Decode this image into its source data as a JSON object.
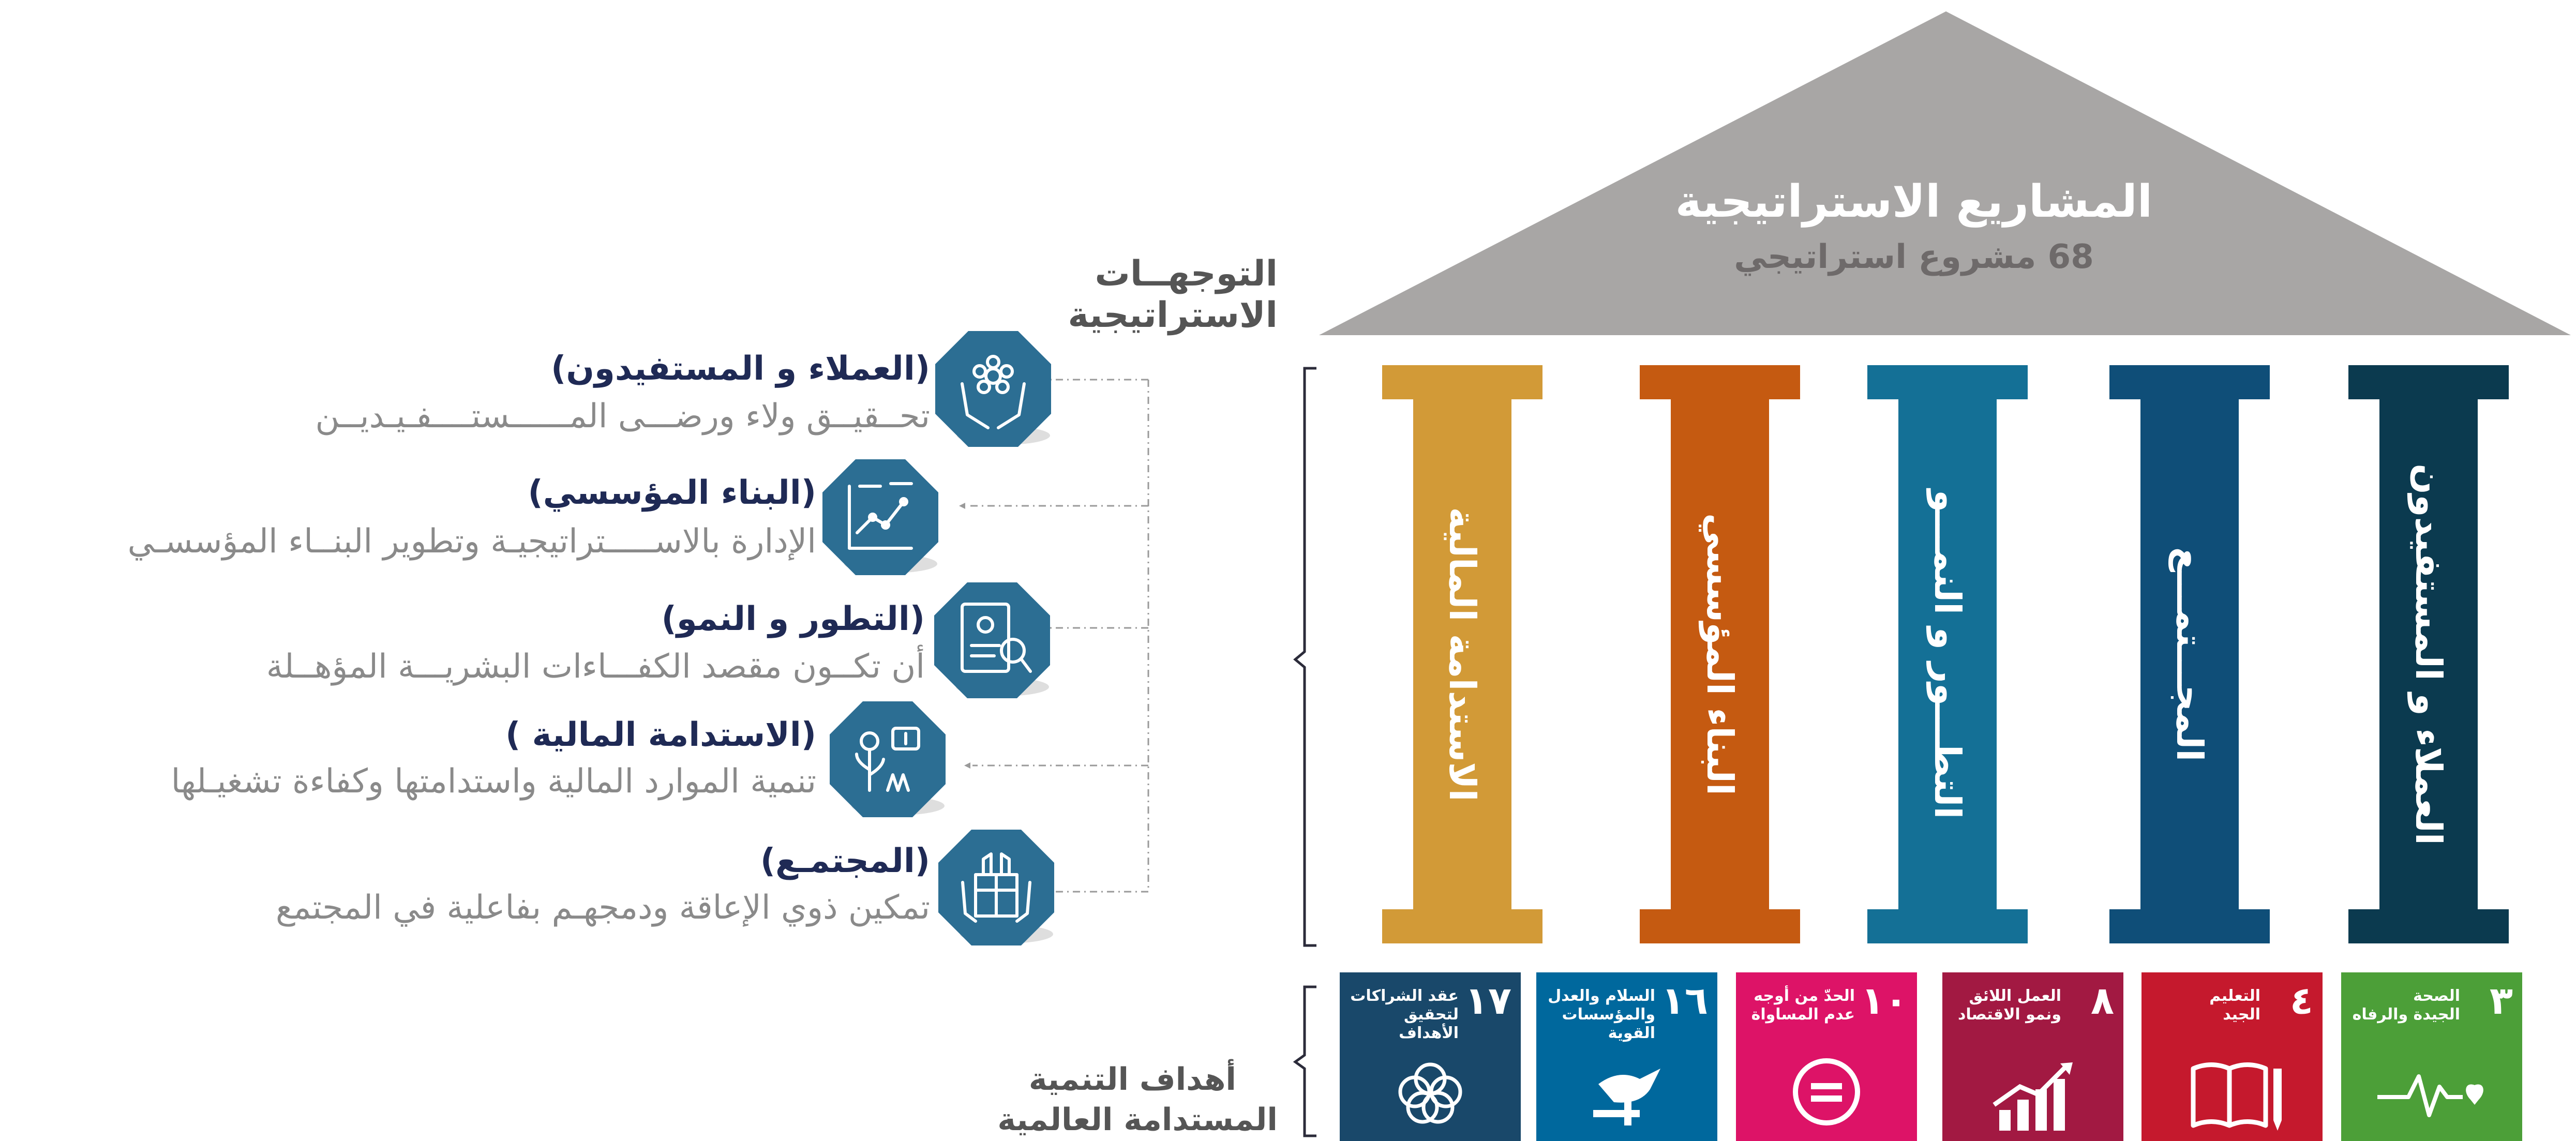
{
  "roof": {
    "title": "المشاريع الاستراتيجية",
    "subtitle": "68  مشروع استراتيجي"
  },
  "pillars": [
    {
      "label": "الاستدامة المالية",
      "color": "#D29A37"
    },
    {
      "label": "البناء المؤسسي",
      "color": "#C55A11"
    },
    {
      "label": "التطـــور و النمـــو",
      "color": "#147096"
    },
    {
      "label": "المجـــتمـــع",
      "color": "#0F4E78"
    },
    {
      "label": "العملاء و المستفيدون",
      "color": "#0B3A4F"
    }
  ],
  "directions": {
    "heading_line1": "التوجهــات",
    "heading_line2": "الاستراتيجية",
    "items": [
      {
        "title": "(العملاء و المستفيدون)",
        "desc": "تحــقيــق ولاء ورضـــى المــــــستــــفـيـديــن",
        "icon": "flower-hands-icon"
      },
      {
        "title": "(البناء المؤسسي)",
        "desc": "الإدارة بالاســـــتراتيجيـة وتطوير البنــاء المؤسسـي",
        "icon": "growth-chart-icon"
      },
      {
        "title": "(التطور و النمو)",
        "desc": "أن تكــون مقصد الكفـــاءات البشريـــة المؤهــلة",
        "icon": "resume-search-icon"
      },
      {
        "title": "(الاستدامة المالية )",
        "desc": "تنمية الموارد المالية واستدامتها وكفاءة تشغيـلها",
        "icon": "money-plant-icon"
      },
      {
        "title": "(المجتمـع)",
        "desc": "تمكين ذوي الإعاقة ودمجهـم بفاعلية في المجتمع",
        "icon": "community-hands-icon"
      }
    ],
    "icon_color": "#2C6E93"
  },
  "sdg": {
    "label_line1": "أهداف التنمية",
    "label_line2": "المستدامة  العالمية",
    "goals": [
      {
        "num": "٣",
        "text": "الصحة\nالجيدة والرفاه",
        "color": "#4C9F38",
        "icon": "heartbeat-icon"
      },
      {
        "num": "٤",
        "text": "التعليم\nالجيد",
        "color": "#C5192D",
        "icon": "book-pencil-icon"
      },
      {
        "num": "٨",
        "text": "العمل اللائق\nونمو الاقتصاد",
        "color": "#A21942",
        "icon": "rising-chart-icon"
      },
      {
        "num": "١٠",
        "text": "الحدّ من أوجه\nعدم المساواة",
        "color": "#DD1367",
        "icon": "equality-icon"
      },
      {
        "num": "١٦",
        "text": "السلام والعدل\nوالمؤسسات\nالقوية",
        "color": "#00689D",
        "icon": "dove-gavel-icon"
      },
      {
        "num": "١٧",
        "text": "عقد الشراكات\nلتحقيق\nالأهداف",
        "color": "#19486A",
        "icon": "partnership-rings-icon"
      }
    ]
  }
}
